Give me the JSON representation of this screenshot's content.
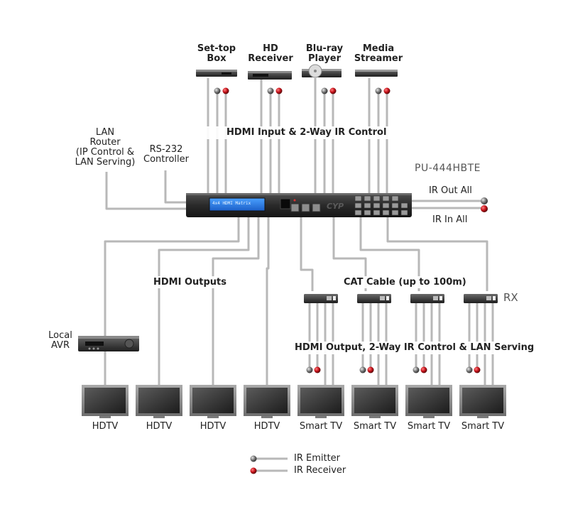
{
  "sources": [
    {
      "label_line1": "Set-top",
      "label_line2": "Box"
    },
    {
      "label_line1": "HD",
      "label_line2": "Receiver"
    },
    {
      "label_line1": "Blu-ray",
      "label_line2": "Player"
    },
    {
      "label_line1": "Media",
      "label_line2": "Streamer"
    }
  ],
  "input_band": "HDMI Input & 2-Way IR Control",
  "lan_router": {
    "line1": "LAN",
    "line2": "Router",
    "line3": "(IP Control &",
    "line4": "LAN Serving)"
  },
  "rs232": {
    "line1": "RS-232",
    "line2": "Controller"
  },
  "model": "PU-444HBTE",
  "ir_out_all": "IR Out All",
  "ir_in_all": "IR In All",
  "matrix_display": "4x4 HDMI Matrix",
  "hdmi_outputs": "HDMI Outputs",
  "cat_cable": "CAT Cable (up to 100m)",
  "rx": "RX",
  "local_avr": {
    "line1": "Local",
    "line2": "AVR"
  },
  "output_band": "HDMI Output, 2-Way IR Control & LAN Serving",
  "displays": [
    "HDTV",
    "HDTV",
    "HDTV",
    "HDTV",
    "Smart TV",
    "Smart TV",
    "Smart TV",
    "Smart TV"
  ],
  "legend": {
    "emitter": "IR Emitter",
    "receiver": "IR Receiver"
  },
  "colors": {
    "cable": "#b8b8b8",
    "emitter": "#666666",
    "receiver": "#c8141c",
    "device": "#2b2b2b"
  }
}
